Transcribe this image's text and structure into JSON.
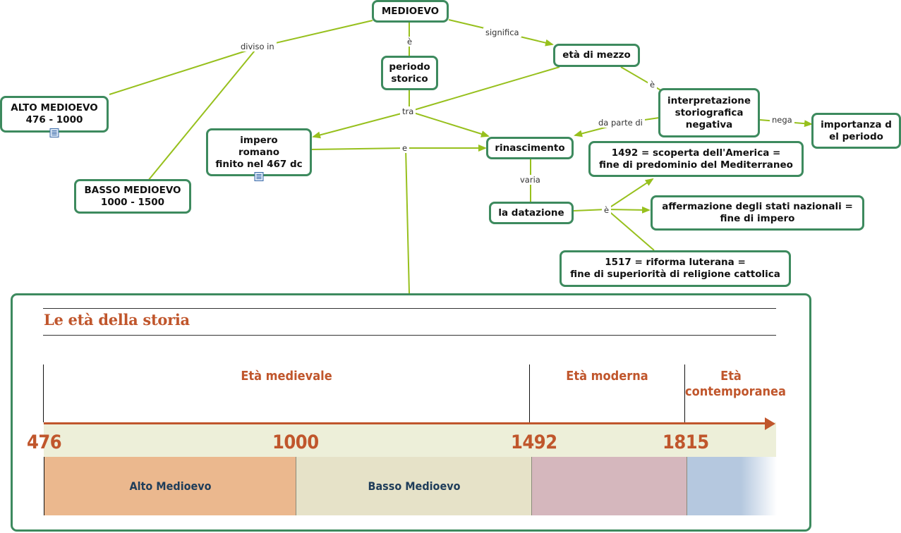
{
  "concept_map": {
    "nodes": {
      "medioevo": [
        "MEDIOEVO"
      ],
      "eta_di_mezzo": [
        "età di mezzo"
      ],
      "periodo_storico": [
        "periodo",
        "storico"
      ],
      "alto_medioevo": [
        "ALTO MEDIOEVO",
        "476 - 1000"
      ],
      "basso_medioevo": [
        "BASSO MEDIOEVO",
        "1000 - 1500"
      ],
      "impero_romano": [
        "impero",
        "romano",
        "finito nel 467 dc"
      ],
      "rinascimento": [
        "rinascimento"
      ],
      "interpretazione": [
        "interpretazione",
        "storiografica",
        "negativa"
      ],
      "importanza": [
        "importanza d",
        "el periodo"
      ],
      "datazione": [
        "la datazione"
      ],
      "scoperta_america": [
        "1492 = scoperta dell'America =",
        "fine di predominio del Mediterraneo"
      ],
      "stati_nazionali": [
        "affermazione degli stati nazionali =",
        "fine di impero"
      ],
      "riforma_luterana": [
        "1517 = riforma luterana =",
        "fine di superiorità di religione cattolica"
      ]
    },
    "link_labels": {
      "diviso_in": "diviso in",
      "e_medioevo_periodo": "è",
      "significa": "significa",
      "e_eta_interpretazione": "è",
      "tra": "tra",
      "e_impero_rinascimento": "e",
      "da_parte_di": "da parte di",
      "nega": "nega",
      "varia": "varia",
      "e_datazione": "è"
    }
  },
  "timeline": {
    "title": "Le età della storia",
    "eras": {
      "medievale": "Età medievale",
      "moderna": "Età moderna",
      "contemporanea_1": "Età",
      "contemporanea_2": "contemporanea"
    },
    "years": [
      "476",
      "1000",
      "1492",
      "1815"
    ],
    "periods": {
      "alto": "Alto Medioevo",
      "basso": "Basso Medioevo"
    },
    "colors": {
      "accent": "#c0562c",
      "alto": "#ebb88e",
      "basso": "#e6e2c8",
      "moderna": "#d5b7bd",
      "contemporanea": "#b5c8df",
      "band": "#edefd9"
    }
  },
  "colors": {
    "node_border": "#3d8a5e",
    "link": "#97c01d"
  }
}
